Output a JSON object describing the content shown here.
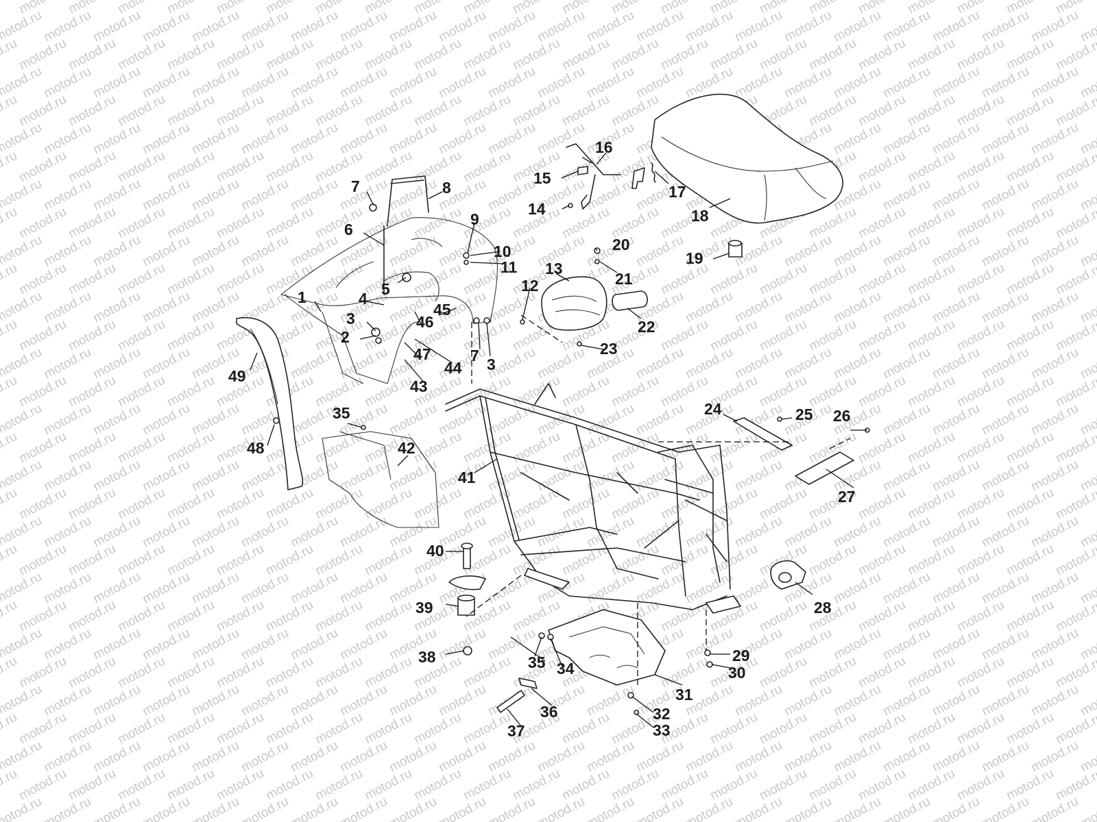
{
  "watermark": {
    "text": "motod.ru",
    "color": "#c8c8c8"
  },
  "line_color": "#222222",
  "callouts": [
    "1",
    "2",
    "3",
    "3",
    "4",
    "5",
    "6",
    "7",
    "7",
    "8",
    "9",
    "10",
    "11",
    "12",
    "13",
    "14",
    "15",
    "16",
    "17",
    "18",
    "19",
    "20",
    "21",
    "22",
    "23",
    "24",
    "25",
    "26",
    "27",
    "28",
    "29",
    "30",
    "31",
    "32",
    "33",
    "34",
    "35",
    "35",
    "36",
    "37",
    "38",
    "39",
    "40",
    "41",
    "42",
    "43",
    "44",
    "45",
    "46",
    "47",
    "48",
    "49"
  ]
}
